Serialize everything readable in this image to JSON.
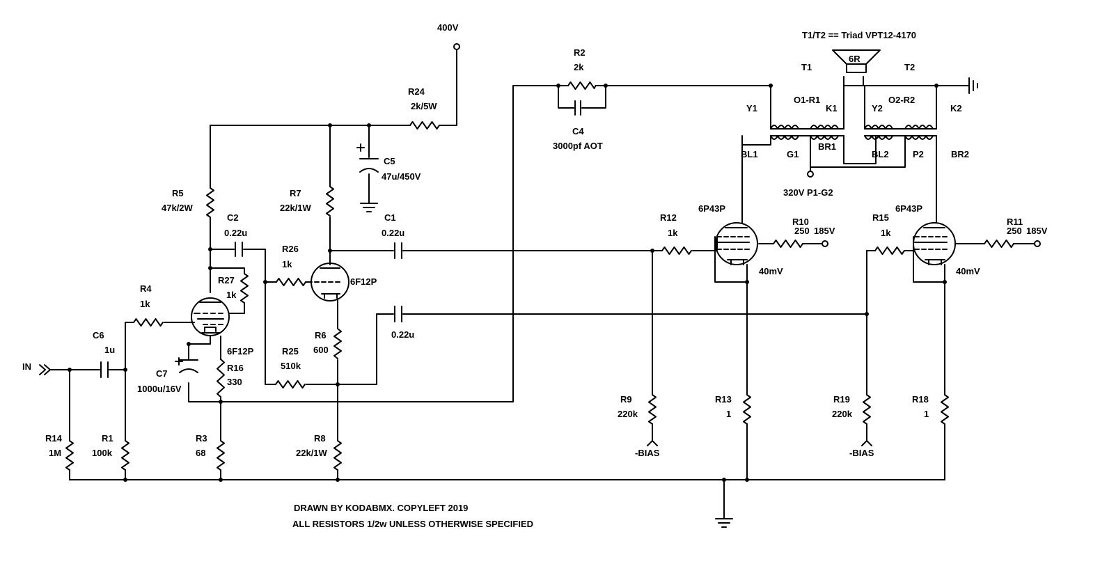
{
  "notes": {
    "transformers": "T1/T2 == Triad VPT12-4170",
    "drawn_by": "DRAWN BY KODABMX. COPYLEFT 2019",
    "resistors": "ALL RESISTORS 1/2w UNLESS OTHERWISE SPECIFIED"
  },
  "labels": {
    "in": "IN",
    "supply_400": "400V",
    "supply_320": "320V P1-G2",
    "speaker": "6R",
    "t1": "T1",
    "t2": "T2",
    "bias_left": "-BIAS",
    "bias_right": "-BIAS",
    "mv_left": "40mV",
    "mv_right": "40mV"
  },
  "tubes": {
    "v1": "6F12P",
    "v2": "6F12P",
    "v3": "6P43P",
    "v4": "6P43P"
  },
  "transformer_pins": {
    "y1": "Y1",
    "o1r1": "O1-R1",
    "k1": "K1",
    "y2": "Y2",
    "o2r2": "O2-R2",
    "k2": "K2",
    "bl1": "BL1",
    "g1": "G1",
    "br1": "BR1",
    "bl2": "BL2",
    "p2": "P2",
    "br2": "BR2"
  },
  "components": {
    "r1": {
      "ref": "R1",
      "value": "100k"
    },
    "r2": {
      "ref": "R2",
      "value": "2k"
    },
    "r3": {
      "ref": "R3",
      "value": "68"
    },
    "r4": {
      "ref": "R4",
      "value": "1k"
    },
    "r5": {
      "ref": "R5",
      "value": "47k/2W"
    },
    "r6": {
      "ref": "R6",
      "value": "600"
    },
    "r7": {
      "ref": "R7",
      "value": "22k/1W"
    },
    "r8": {
      "ref": "R8",
      "value": "22k/1W"
    },
    "r9": {
      "ref": "R9",
      "value": "220k"
    },
    "r10": {
      "ref": "R10",
      "value": "250",
      "voltage": "185V"
    },
    "r11": {
      "ref": "R11",
      "value": "250",
      "voltage": "185V"
    },
    "r12": {
      "ref": "R12",
      "value": "1k"
    },
    "r13": {
      "ref": "R13",
      "value": "1"
    },
    "r14": {
      "ref": "R14",
      "value": "1M"
    },
    "r15": {
      "ref": "R15",
      "value": "1k"
    },
    "r16": {
      "ref": "R16",
      "value": "330"
    },
    "r18": {
      "ref": "R18",
      "value": "1"
    },
    "r19": {
      "ref": "R19",
      "value": "220k"
    },
    "r24": {
      "ref": "R24",
      "value": "2k/5W"
    },
    "r25": {
      "ref": "R25",
      "value": "510k"
    },
    "r26": {
      "ref": "R26",
      "value": "1k"
    },
    "r27": {
      "ref": "R27",
      "value": "1k"
    },
    "c1": {
      "ref": "C1",
      "value": "0.22u"
    },
    "c2": {
      "ref": "C2",
      "value": "0.22u"
    },
    "c3": {
      "value": "0.22u"
    },
    "c4": {
      "ref": "C4",
      "value": "3000pf AOT"
    },
    "c5": {
      "ref": "C5",
      "value": "47u/450V"
    },
    "c6": {
      "ref": "C6",
      "value": "1u"
    },
    "c7": {
      "ref": "C7",
      "value": "1000u/16V"
    }
  }
}
